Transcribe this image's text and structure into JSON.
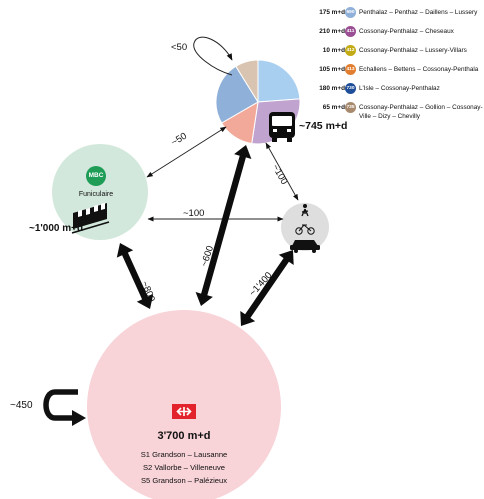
{
  "colors": {
    "pie": [
      "#a9cff0",
      "#c1a3cf",
      "#f2a99a",
      "#8fb0d8",
      "#d8c4b0"
    ],
    "funiculaire_fill": "#d3e8dc",
    "station_fill": "#f8d3d8",
    "soft_fill": "#dedede",
    "mbc_badge": "#1f9d57",
    "sbb_red": "#e3232c"
  },
  "legend": [
    {
      "value": "175 m+d",
      "badge": "690",
      "route": "Penthalaz – Penthaz – Daillens – Lussery",
      "color": "#8fb0d8"
    },
    {
      "value": "210 m+d",
      "badge": "411",
      "route": "Cossonay-Penthalaz – Cheseaux",
      "color": "#9a4e94"
    },
    {
      "value": "10 m+d",
      "badge": "412",
      "route": "Cossonay-Penthalaz – Lussery-Villars",
      "color": "#c2ab14"
    },
    {
      "value": "105 m+d",
      "badge": "413",
      "route": "Echallens – Bettens – Cossonay-Penthala",
      "color": "#e27e2f"
    },
    {
      "value": "180 m+d",
      "badge": "730",
      "route": "L'Isle – Cossonay-Penthalaz",
      "color": "#1f4e99"
    },
    {
      "value": "65 m+d",
      "badge": "735",
      "route": "Cossonay-Penthalaz – Gollion – Cossonay-Ville – Dizy – Chevilly",
      "color": "#a78a6e"
    }
  ],
  "pie": {
    "values": [
      175,
      210,
      105,
      180,
      65
    ]
  },
  "bus": {
    "total": "~745 m+d",
    "loop": "<50"
  },
  "funiculaire": {
    "badge": "MBC",
    "name": "Funiculaire",
    "total": "~1'000 m+d"
  },
  "station": {
    "total": "3'700 m+d",
    "lines": [
      "S1 Grandson – Lausanne",
      "S2 Vallorbe – Villeneuve",
      "S5 Grandson – Palézieux"
    ],
    "loop": "~450"
  },
  "flows": {
    "funi_bus": "~50",
    "bus_soft": "~100",
    "funi_soft": "~100",
    "funi_station": "~800",
    "bus_station": "~600",
    "soft_station": "~1'400"
  }
}
